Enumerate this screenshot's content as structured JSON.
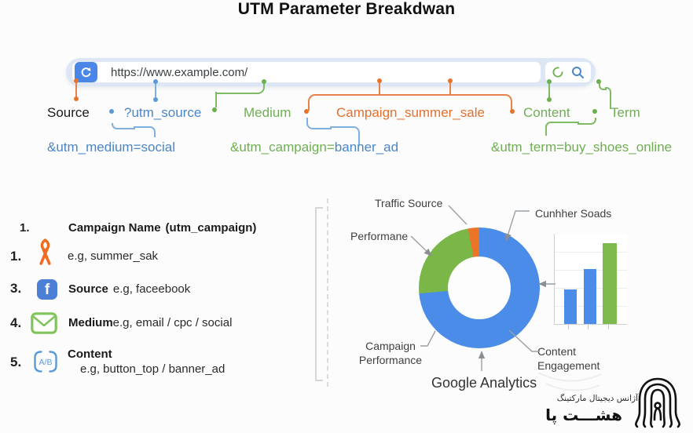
{
  "title": "UTM Parameter Breakdwan",
  "browser": {
    "url": "https://www.example.com/",
    "icons": [
      "refresh-icon",
      "loader-icon",
      "search-icon"
    ]
  },
  "params": {
    "source_label": "Source",
    "utm_source": "?utm_source",
    "medium_label": "Medium",
    "campaign_value": "Campaign_summer_sale",
    "content_label": "Content",
    "term_label": "Term",
    "utm_medium": "&utm_medium=social",
    "utm_campaign_prefix": "&utm_campaign=",
    "utm_campaign_value": "banner_ad",
    "utm_term": "&utm_term=buy_shoes_online"
  },
  "legend": {
    "items": [
      {
        "number": "1.",
        "icon": "none",
        "title": "Campaign Name",
        "detail": "(utm_campaign)"
      },
      {
        "number": "1.",
        "icon": "ribbon-icon",
        "title": "",
        "detail": "e.g, summer_sak"
      },
      {
        "number": "3.",
        "icon": "facebook-icon",
        "title": "Source",
        "detail": "e.g, faceebook"
      },
      {
        "number": "4.",
        "icon": "envelope-icon",
        "title": "Medium",
        "detail": "e.g, email / cpc / social"
      },
      {
        "number": "5.",
        "icon": "ab-test-icon",
        "title": "Content",
        "detail": "e.g, button_top / banner_ad"
      }
    ]
  },
  "icons": {
    "facebook_glyph": "f",
    "ab_glyph": "A/B"
  },
  "chart_labels": {
    "traffic_source": "Traffic Source",
    "cunhher_soads": "Cunhher Soads",
    "performane": "Performane",
    "campaign_perf_line1": "Campaign",
    "campaign_perf_line2": "Performance",
    "content_eng_line1": "Content",
    "content_eng_line2": "Engagement",
    "google": "Google Analytics"
  },
  "chart_data": [
    {
      "type": "pie",
      "subtype": "donut",
      "title": "Google Analytics",
      "segments": [
        {
          "label": "Cunhher Soads / Campaign Performance / Content Engagement",
          "color": "#4a8ce8",
          "value": 73.5
        },
        {
          "label": "Performane",
          "color": "#7ab648",
          "value": 23.5
        },
        {
          "label": "Traffic Source",
          "color": "#ec7426",
          "value": 3
        }
      ],
      "legend_position": "callout-labels",
      "annotations": [
        "Traffic Source",
        "Cunhher Soads",
        "Performane",
        "Campaign Performance",
        "Content Engagement"
      ]
    },
    {
      "type": "bar",
      "categories": [
        "",
        "",
        ""
      ],
      "values": [
        38,
        61,
        90
      ],
      "colors": [
        "#4a8ce8",
        "#4a8ce8",
        "#7db94d"
      ],
      "ylim": [
        0,
        100
      ],
      "grid": true
    }
  ],
  "logo": {
    "line1": "آژانس دیجیتال مارکتینگ",
    "line2": "هشـــت پا"
  },
  "colors": {
    "accent_orange": "#e8742c",
    "accent_blue": "#4a86c8",
    "accent_green": "#6fae53",
    "browser_button_blue": "#4a86e8",
    "facebook_blue": "#4b80d6"
  }
}
